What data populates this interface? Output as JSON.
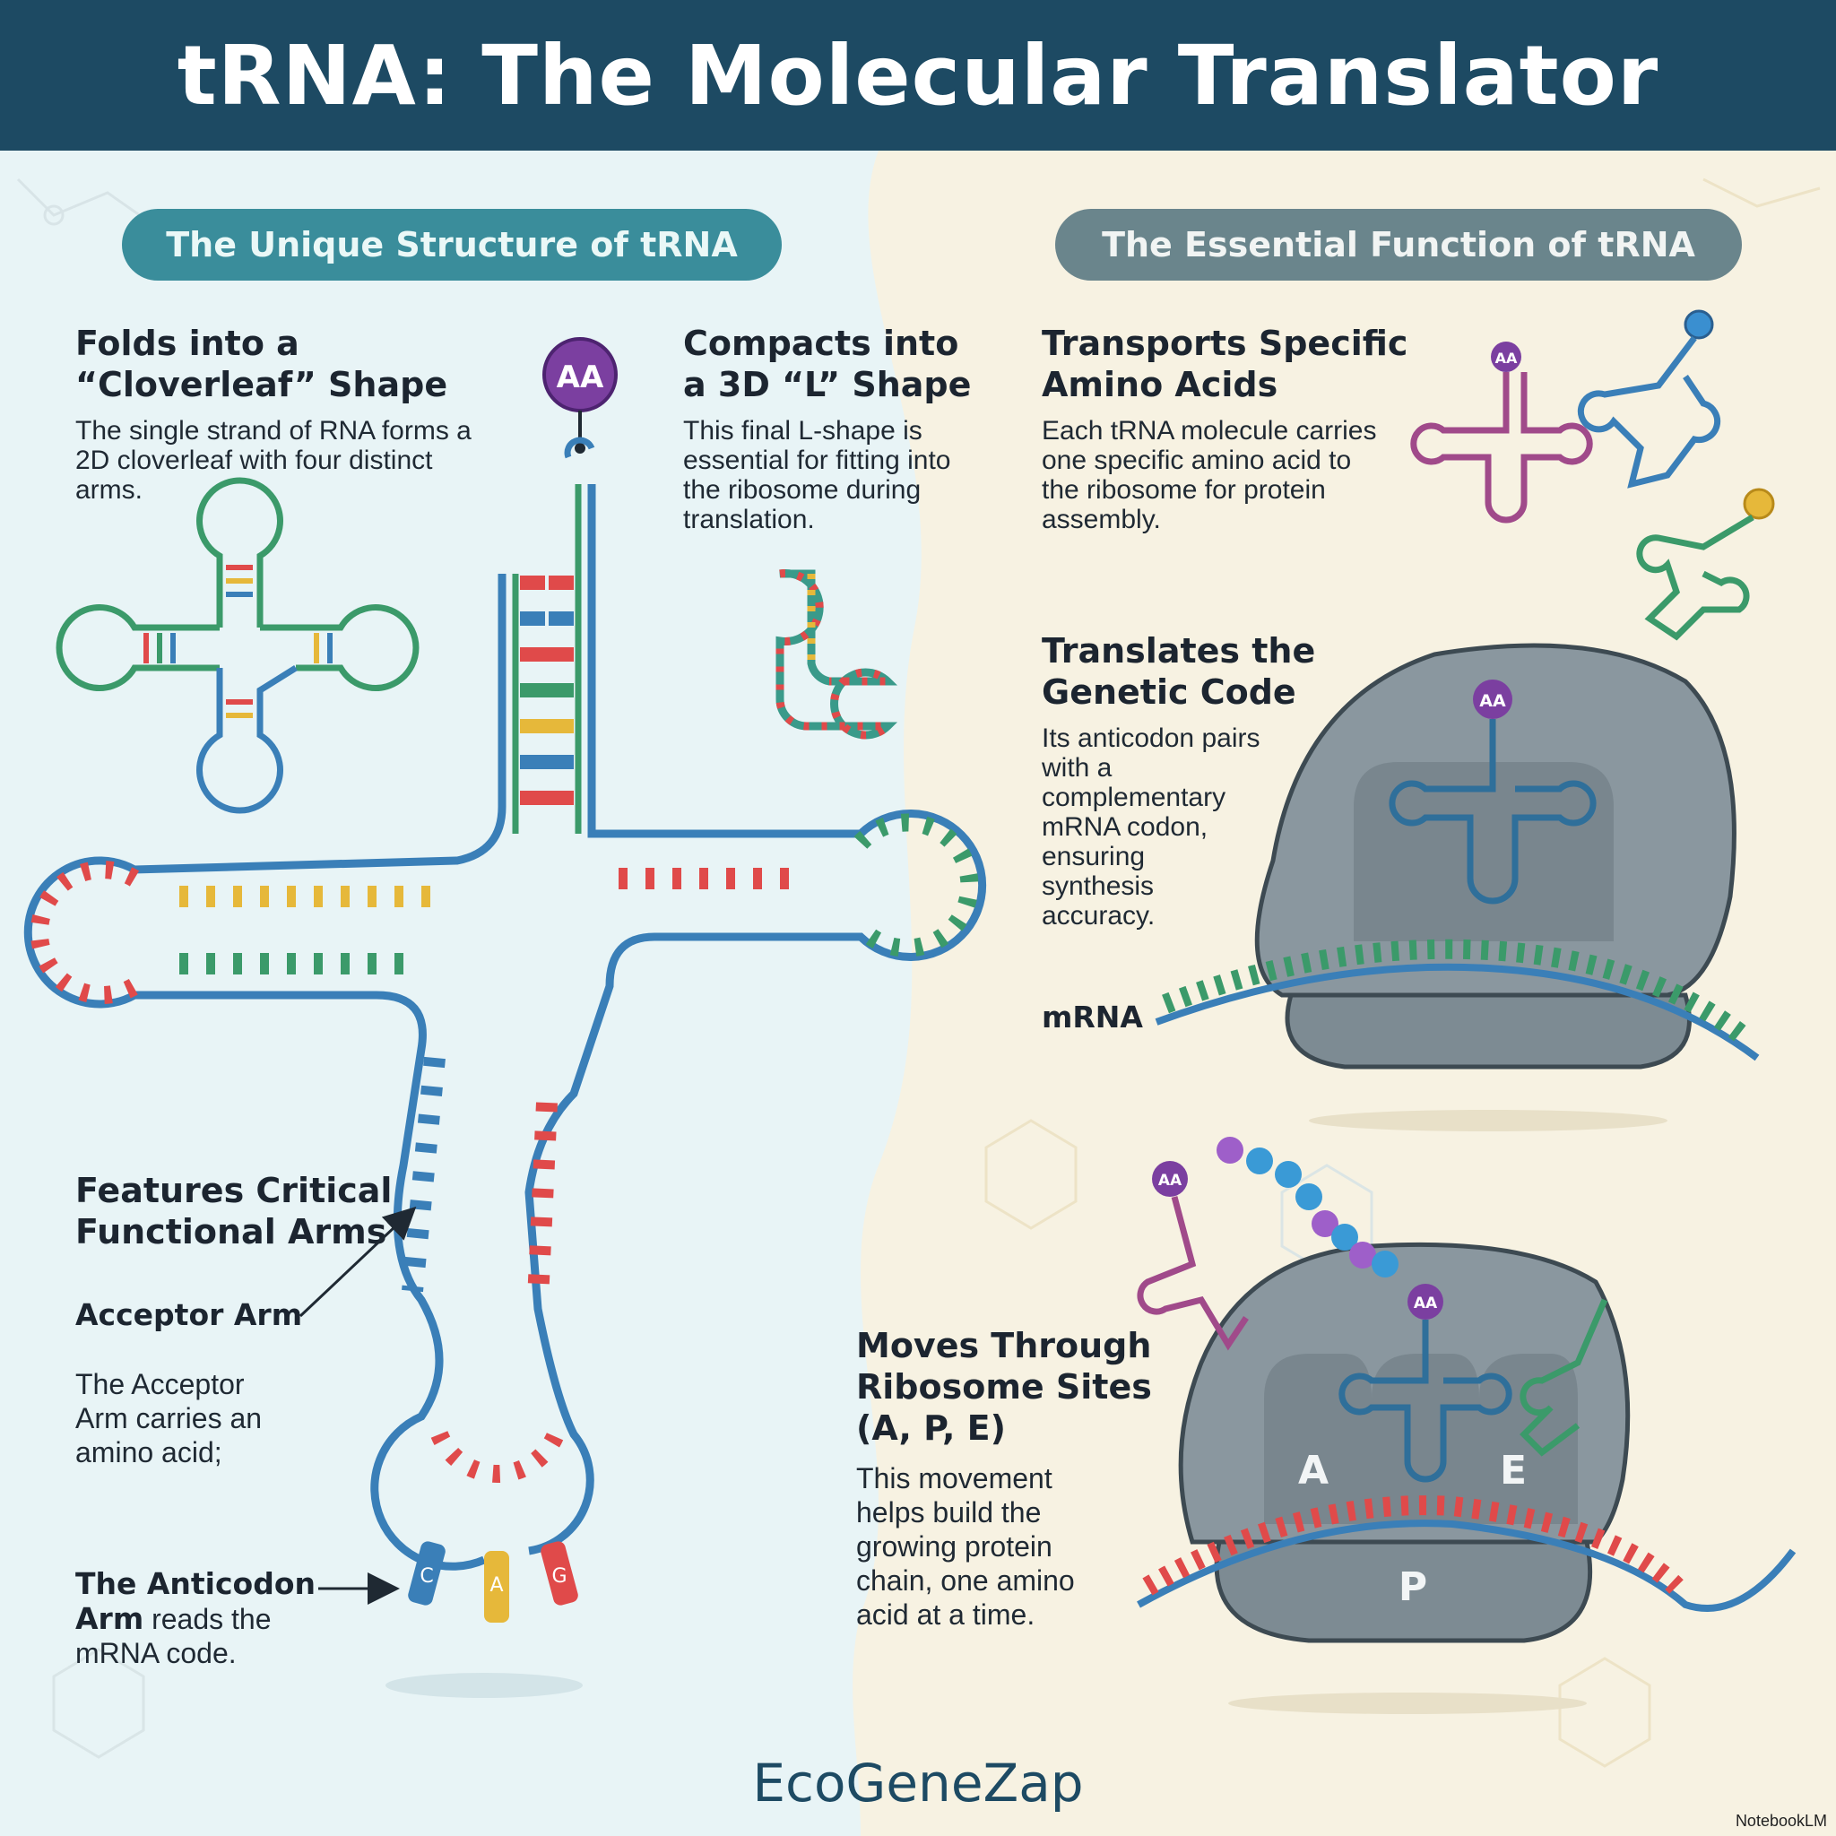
{
  "title": "tRNA: The Molecular Translator",
  "left_section": {
    "pill": "The Unique Structure of tRNA",
    "cloverleaf": {
      "heading_1": "Folds into a",
      "heading_2": "“Cloverleaf” Shape",
      "body": [
        "The single strand of RNA forms a",
        "2D cloverleaf with four distinct",
        "arms."
      ]
    },
    "lshape": {
      "heading_1": "Compacts into",
      "heading_2": "a 3D “L” Shape",
      "body": [
        "This final L-shape is",
        "essential for fitting into",
        "the ribosome during",
        "translation."
      ]
    },
    "arms": {
      "heading_1": "Features Critical",
      "heading_2": "Functional Arms",
      "acceptor_label": "Acceptor Arm",
      "acceptor_body": [
        "The Acceptor",
        "Arm carries an",
        "amino acid;"
      ],
      "anticodon_bold_1": "The Anticodon",
      "anticodon_bold_2": "Arm",
      "anticodon_rest": " reads the",
      "anticodon_last": "mRNA code."
    },
    "big_aa": "AA"
  },
  "right_section": {
    "pill": "The Essential Function of tRNA",
    "transport": {
      "heading_1": "Transports Specific",
      "heading_2": "Amino Acids",
      "body": [
        "Each tRNA molecule carries",
        "one specific amino acid to",
        "the ribosome for protein",
        "assembly."
      ]
    },
    "translate": {
      "heading_1": "Translates the",
      "heading_2": "Genetic Code",
      "body": [
        "Its anticodon pairs",
        "with a",
        "complementary",
        "mRNA codon,",
        "ensuring",
        "synthesis",
        "accuracy."
      ],
      "mrna_label": "mRNA"
    },
    "moves": {
      "heading_1": "Moves Through",
      "heading_2": "Ribosome Sites",
      "heading_3": "(A, P, E)",
      "body": [
        "This movement",
        "helps build the",
        "growing protein",
        "chain, one amino",
        "acid at a time."
      ],
      "site_a": "A",
      "site_p": "P",
      "site_e": "E"
    },
    "aa_label": "AA"
  },
  "anticodon_letters": [
    "C",
    "A",
    "G"
  ],
  "brand": "EcoGeneZap",
  "watermark": "NotebookLM",
  "colors": {
    "header": "#1d4a63",
    "left_bg": "#e8f4f6",
    "right_bg": "#f7f2e2",
    "strand_blue": "#3a7fb8",
    "strand_green": "#3b9a6a",
    "aa_purple": "#7b3fa0",
    "ribosome": "#8a979f"
  }
}
